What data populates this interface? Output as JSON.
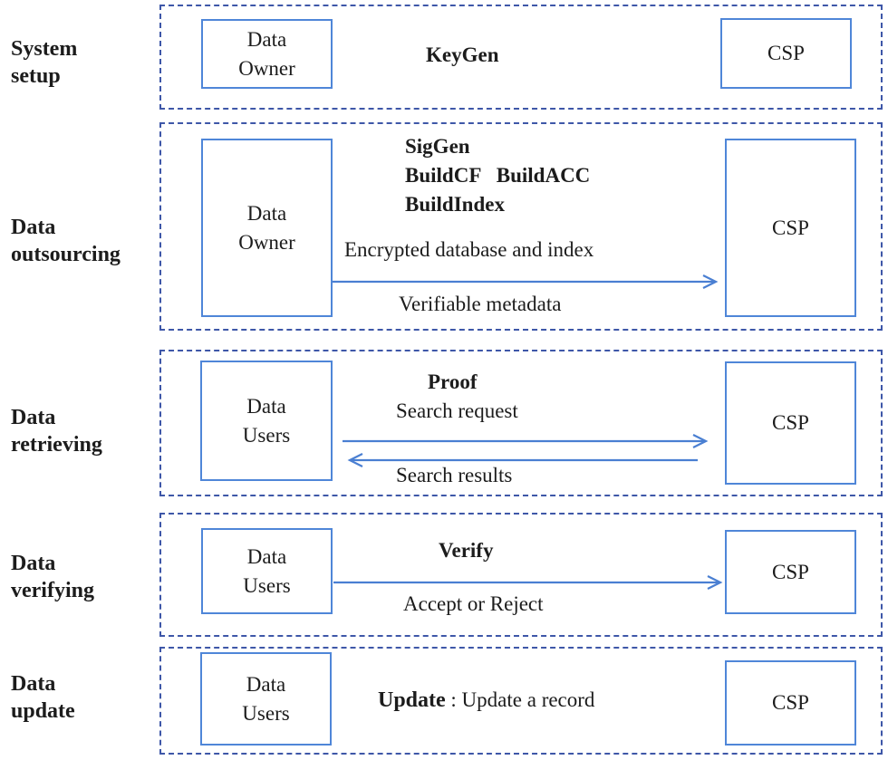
{
  "figure": {
    "colors": {
      "panel_border": "#3e57a8",
      "box_border": "#4f86d8",
      "arrow": "#4a7fd2",
      "text": "#1c1c1c"
    },
    "sections": {
      "setup": {
        "label": "System\nsetup",
        "actor": "Data\nOwner",
        "algorithm": "KeyGen",
        "csp": "CSP"
      },
      "outsourcing": {
        "label": "Data\noutsourcing",
        "actor": "Data\nOwner",
        "algorithms_line1": "SigGen",
        "algorithms_line2": "BuildCF   BuildACC",
        "algorithms_line3": "BuildIndex",
        "message_above_arrow": "Encrypted database and index",
        "message_below_arrow": "Verifiable metadata",
        "csp": "CSP"
      },
      "retrieving": {
        "label": "Data\nretrieving",
        "actor": "Data\nUsers",
        "algorithm": "Proof",
        "message_request": "Search request",
        "message_response": "Search results",
        "csp": "CSP"
      },
      "verifying": {
        "label": "Data\nverifying",
        "actor": "Data\nUsers",
        "algorithm": "Verify",
        "message_below_arrow": "Accept or Reject",
        "csp": "CSP"
      },
      "update": {
        "label": "Data\nupdate",
        "actor": "Data\nUsers",
        "algorithm": "Update",
        "algorithm_description": " : Update a record",
        "csp": "CSP"
      }
    }
  }
}
